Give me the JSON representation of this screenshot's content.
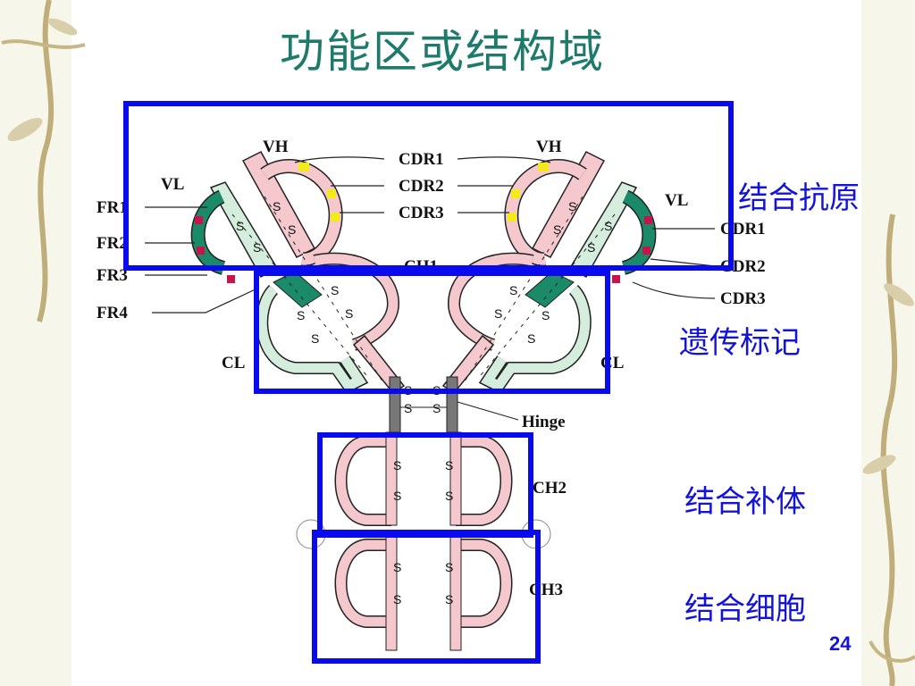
{
  "title": "功能区或结构域",
  "functions": {
    "antigen": "结合抗原",
    "genetic": "遗传标记",
    "complement": "结合补体",
    "cell": "结合细胞"
  },
  "labels": {
    "vh": "VH",
    "vl": "VL",
    "ch1": "CH1",
    "ch2": "CH2",
    "ch3": "CH3",
    "cl": "CL",
    "cdr1": "CDR1",
    "cdr2": "CDR2",
    "cdr3": "CDR3",
    "fr1": "FR1",
    "fr2": "FR2",
    "fr3": "FR3",
    "fr4": "FR4",
    "hinge": "Hinge"
  },
  "disulfide": "S",
  "page_number": "24",
  "colors": {
    "title": "#1e7a6a",
    "function_text": "#1414d8",
    "box": "#0a0aee",
    "heavy_chain": "#f4c8cc",
    "light_chain": "#d4eddc",
    "cdr_yellow": "#f2ea1a",
    "fr_green": "#1a8a68",
    "cdr_red": "#c8144a",
    "hinge": "#777777"
  }
}
